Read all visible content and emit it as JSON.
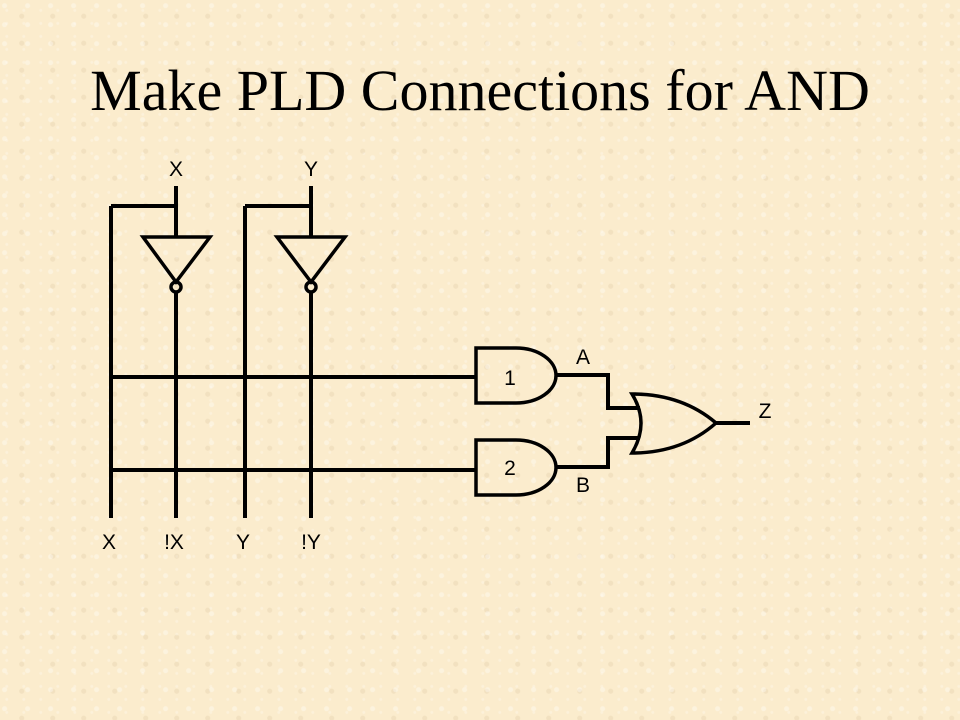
{
  "slide": {
    "title": "Make PLD Connections for AND"
  },
  "diagram": {
    "input_labels": {
      "x_top": "X",
      "y_top": "Y"
    },
    "line_labels": {
      "x": "X",
      "not_x": "!X",
      "y": "Y",
      "not_y": "!Y"
    },
    "and_gates": {
      "gate1_label": "1",
      "gate2_label": "2"
    },
    "signals": {
      "a": "A",
      "b": "B",
      "z": "Z"
    }
  }
}
